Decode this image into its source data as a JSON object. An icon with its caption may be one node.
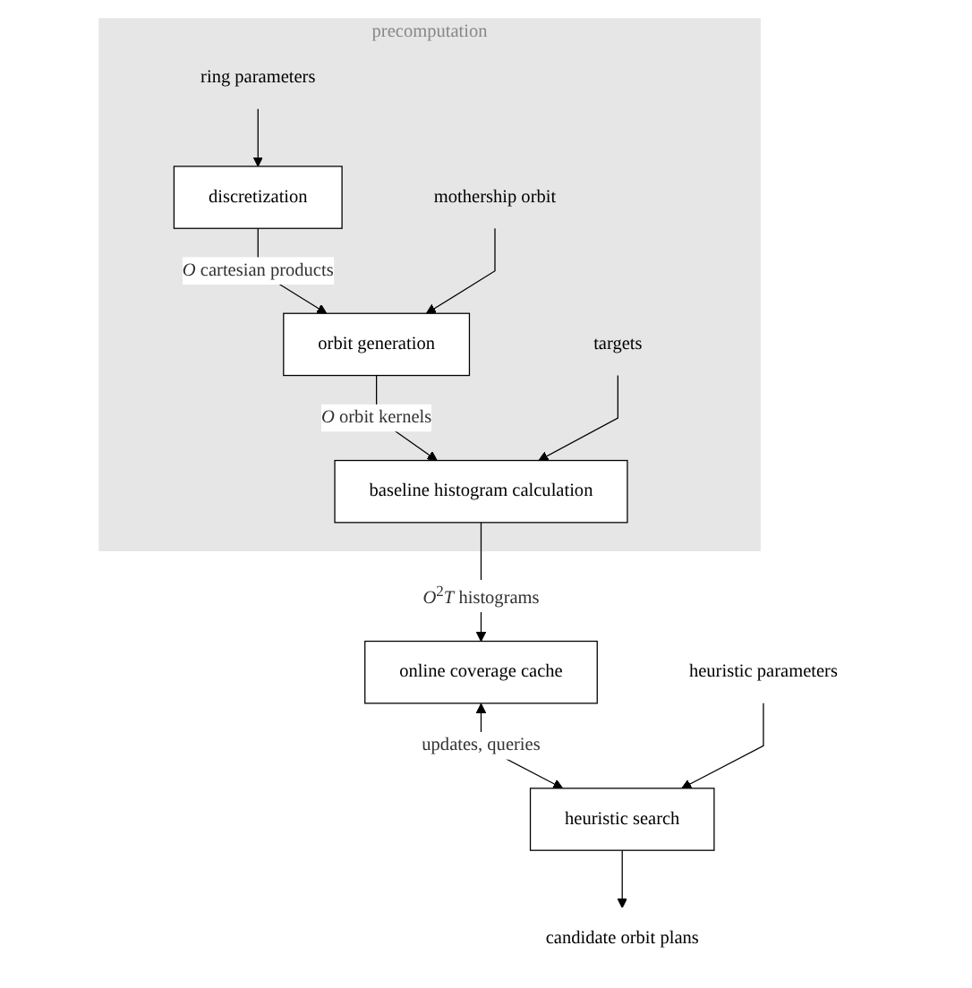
{
  "diagram": {
    "nodes": [
      {
        "text": [
          "precomputation"
        ]
      },
      {
        "text": [
          "ring parameters"
        ],
        "in": 0
      },
      {
        "text": [
          "discretization"
        ],
        "in": 0
      },
      {
        "text": [
          "mothership orbit"
        ],
        "in": 0
      },
      {
        "text": [
          "orbit generation"
        ],
        "in": 0
      },
      {
        "text": [
          "targets"
        ],
        "in": 0
      },
      {
        "text": [
          "baseline histogram calculation"
        ],
        "in": 0
      },
      {
        "text": [
          "online coverage cache"
        ]
      },
      {
        "text": [
          "heuristic parameters"
        ]
      },
      {
        "text": [
          "heuristic search"
        ]
      },
      {
        "text": [
          "candidate orbit plans"
        ]
      }
    ],
    "edges": [
      {
        "from": 1,
        "to": 2,
        "arrow": "to"
      },
      {
        "from": 2,
        "to": 4,
        "arrow": "to",
        "label": "*O* cartesian products"
      },
      {
        "from": 3,
        "to": 4,
        "arrow": "to"
      },
      {
        "from": 4,
        "to": 6,
        "arrow": "to",
        "label": "*O* orbit kernels"
      },
      {
        "from": 5,
        "to": 6,
        "arrow": "to"
      },
      {
        "from": 6,
        "to": 7,
        "arrow": "to",
        "label": "*O*$^{2}$*T* histograms"
      },
      {
        "from": 7,
        "to": 9,
        "arrow": "both",
        "label": "updates, queries"
      },
      {
        "from": 8,
        "to": 9,
        "arrow": "to"
      },
      {
        "from": 9,
        "to": 10,
        "arrow": "to"
      }
    ]
  }
}
